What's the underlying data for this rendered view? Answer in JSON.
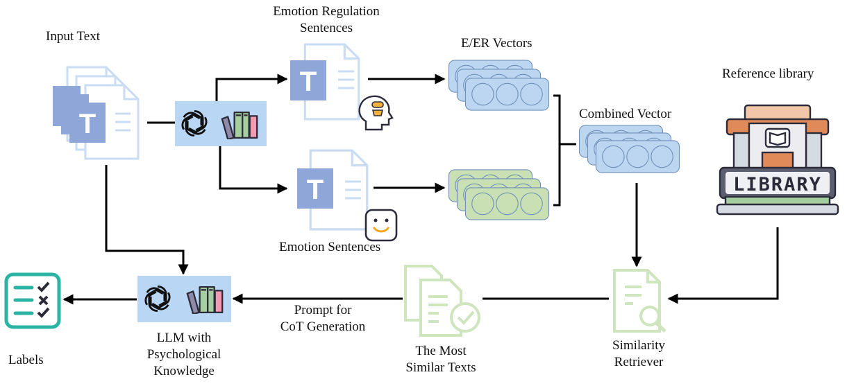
{
  "labels": {
    "input_text": "Input Text",
    "er_sentences_line1": "Emotion Regulation",
    "er_sentences_line2": "Sentences",
    "eer_vectors": "E/ER Vectors",
    "reference_library": "Reference library",
    "library_sign": "LIBRARY",
    "combined_vector": "Combined Vector",
    "emotion_sentences": "Emotion Sentences",
    "prompt_line1": "Prompt for",
    "prompt_line2": "CoT Generation",
    "most_similar_line1": "The Most",
    "most_similar_line2": "Similar Texts",
    "similarity_line1": "Similarity",
    "similarity_line2": "Retriever",
    "llm_line1": "LLM with",
    "llm_line2": "Psychological",
    "llm_line3": "Knowledge",
    "labels_out": "Labels"
  },
  "colors": {
    "doc_blue": "#8ea6d8",
    "doc_outline": "#c9dcf3",
    "vector_blue": "#bcd6f2",
    "vector_green": "#c8e0b4",
    "llm_box": "#bad6f5",
    "library_brown": "#9a6b4c",
    "library_roof": "#e08a5a",
    "library_sign": "#5b5f70",
    "teal": "#2bb3a3",
    "light_green": "#cfe5be",
    "arrow": "#000000"
  },
  "icons": {
    "document": "text-document-icon",
    "openai": "openai-logo-icon",
    "books": "books-icon",
    "thinking_head": "thinking-head-icon",
    "smiley": "smiley-face-icon",
    "library": "library-building-icon",
    "retriever": "document-search-icon",
    "similar_docs": "documents-check-icon",
    "checklist": "checklist-icon"
  }
}
